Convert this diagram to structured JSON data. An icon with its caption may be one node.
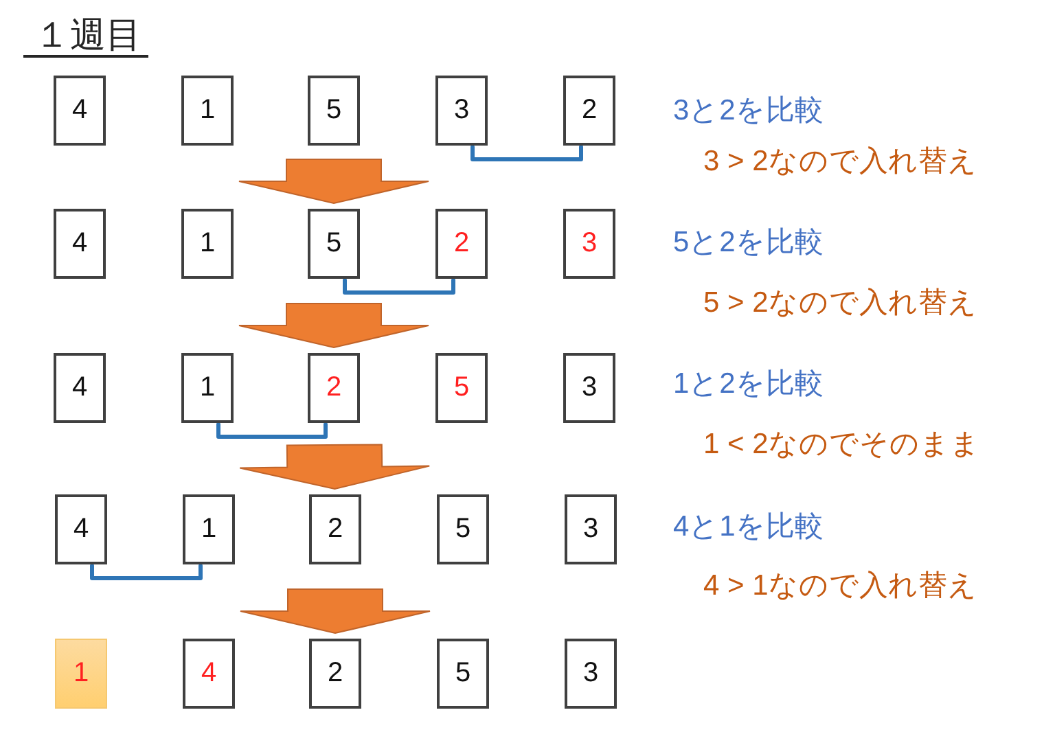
{
  "diagram": {
    "title": "１週目",
    "nodes": [
      {
        "text": [
          "4"
        ]
      },
      {
        "text": [
          "1"
        ]
      },
      {
        "text": [
          "5"
        ]
      },
      {
        "text": [
          "3"
        ]
      },
      {
        "text": [
          "2"
        ]
      },
      {
        "text": [
          "4"
        ]
      },
      {
        "text": [
          "1"
        ]
      },
      {
        "text": [
          "5"
        ]
      },
      {
        "text": [
          "2"
        ]
      },
      {
        "text": [
          "3"
        ]
      },
      {
        "text": [
          "4"
        ]
      },
      {
        "text": [
          "1"
        ]
      },
      {
        "text": [
          "2"
        ]
      },
      {
        "text": [
          "5"
        ]
      },
      {
        "text": [
          "3"
        ]
      },
      {
        "text": [
          "4"
        ]
      },
      {
        "text": [
          "1"
        ]
      },
      {
        "text": [
          "2"
        ]
      },
      {
        "text": [
          "5"
        ]
      },
      {
        "text": [
          "3"
        ]
      },
      {
        "text": [
          "1"
        ]
      },
      {
        "text": [
          "4"
        ]
      },
      {
        "text": [
          "2"
        ]
      },
      {
        "text": [
          "5"
        ]
      },
      {
        "text": [
          "3"
        ]
      }
    ],
    "edges": [
      {
        "from": 3,
        "to": 4,
        "arrow": "none",
        "color": "#2e75b6"
      },
      {
        "from": 2,
        "to": 7,
        "arrow": "to"
      },
      {
        "from": 7,
        "to": 8,
        "arrow": "none",
        "color": "#2e75b6"
      },
      {
        "from": 7,
        "to": 12,
        "arrow": "to"
      },
      {
        "from": 11,
        "to": 12,
        "arrow": "none",
        "color": "#2e75b6"
      },
      {
        "from": 12,
        "to": 17,
        "arrow": "to"
      },
      {
        "from": 15,
        "to": 16,
        "arrow": "none",
        "color": "#2e75b6"
      },
      {
        "from": 17,
        "to": 22,
        "arrow": "to"
      }
    ],
    "labels": [
      "3と2を比較",
      "3 > 2なので入れ替え",
      "5と2を比較",
      "5 > 2なので入れ替え",
      "1と2を比較",
      "1 < 2なのでそのまま",
      "4と1を比較",
      "4 > 1なので入れ替え"
    ]
  }
}
